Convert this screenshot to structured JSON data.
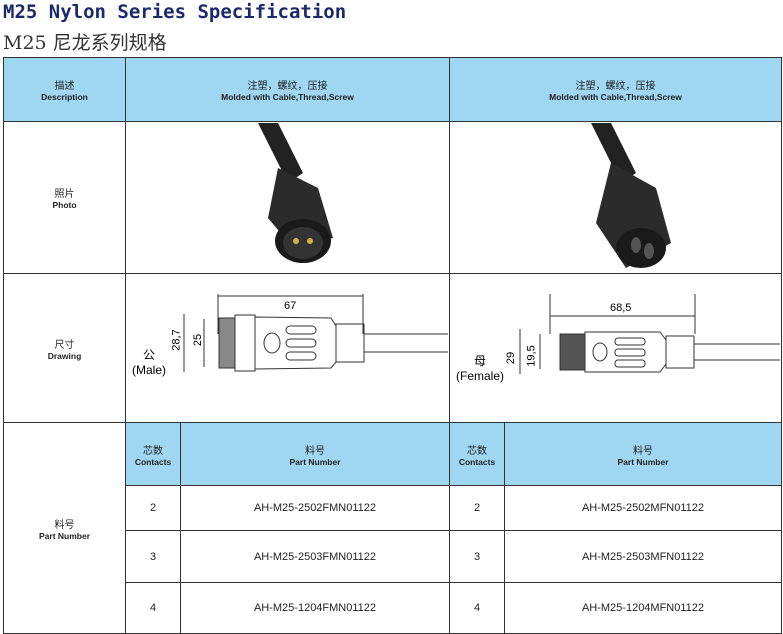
{
  "title": "M25 Nylon Series Specification",
  "subtitle": "M25 尼龙系列规格",
  "header": {
    "desc_cn": "描述",
    "desc_en": "Description",
    "col_cn": "注塑，螺纹，压接",
    "col_en": "Molded with Cable,Thread,Screw"
  },
  "photo": {
    "cn": "照片",
    "en": "Photo"
  },
  "drawing": {
    "cn": "尺寸",
    "en": "Drawing",
    "male": {
      "cn": "公",
      "en": "(Male)",
      "length": "67",
      "outer": "28,7",
      "inner": "25"
    },
    "female": {
      "cn": "母",
      "en": "(Female)",
      "length": "68,5",
      "outer": "29",
      "inner": "19,5"
    }
  },
  "part": {
    "cn": "料号",
    "en": "Part Number",
    "contacts_cn": "芯数",
    "contacts_en": "Contacts",
    "pn_cn": "料号",
    "pn_en": "Part Number"
  },
  "rows": [
    {
      "contacts": "2",
      "male": "AH-M25-2502FMN01122",
      "female": "AH-M25-2502MFN01122"
    },
    {
      "contacts": "3",
      "male": "AH-M25-2503FMN01122",
      "female": "AH-M25-2503MFN01122"
    },
    {
      "contacts": "4",
      "male": "AH-M25-1204FMN01122",
      "female": "AH-M25-1204MFN01122"
    }
  ]
}
